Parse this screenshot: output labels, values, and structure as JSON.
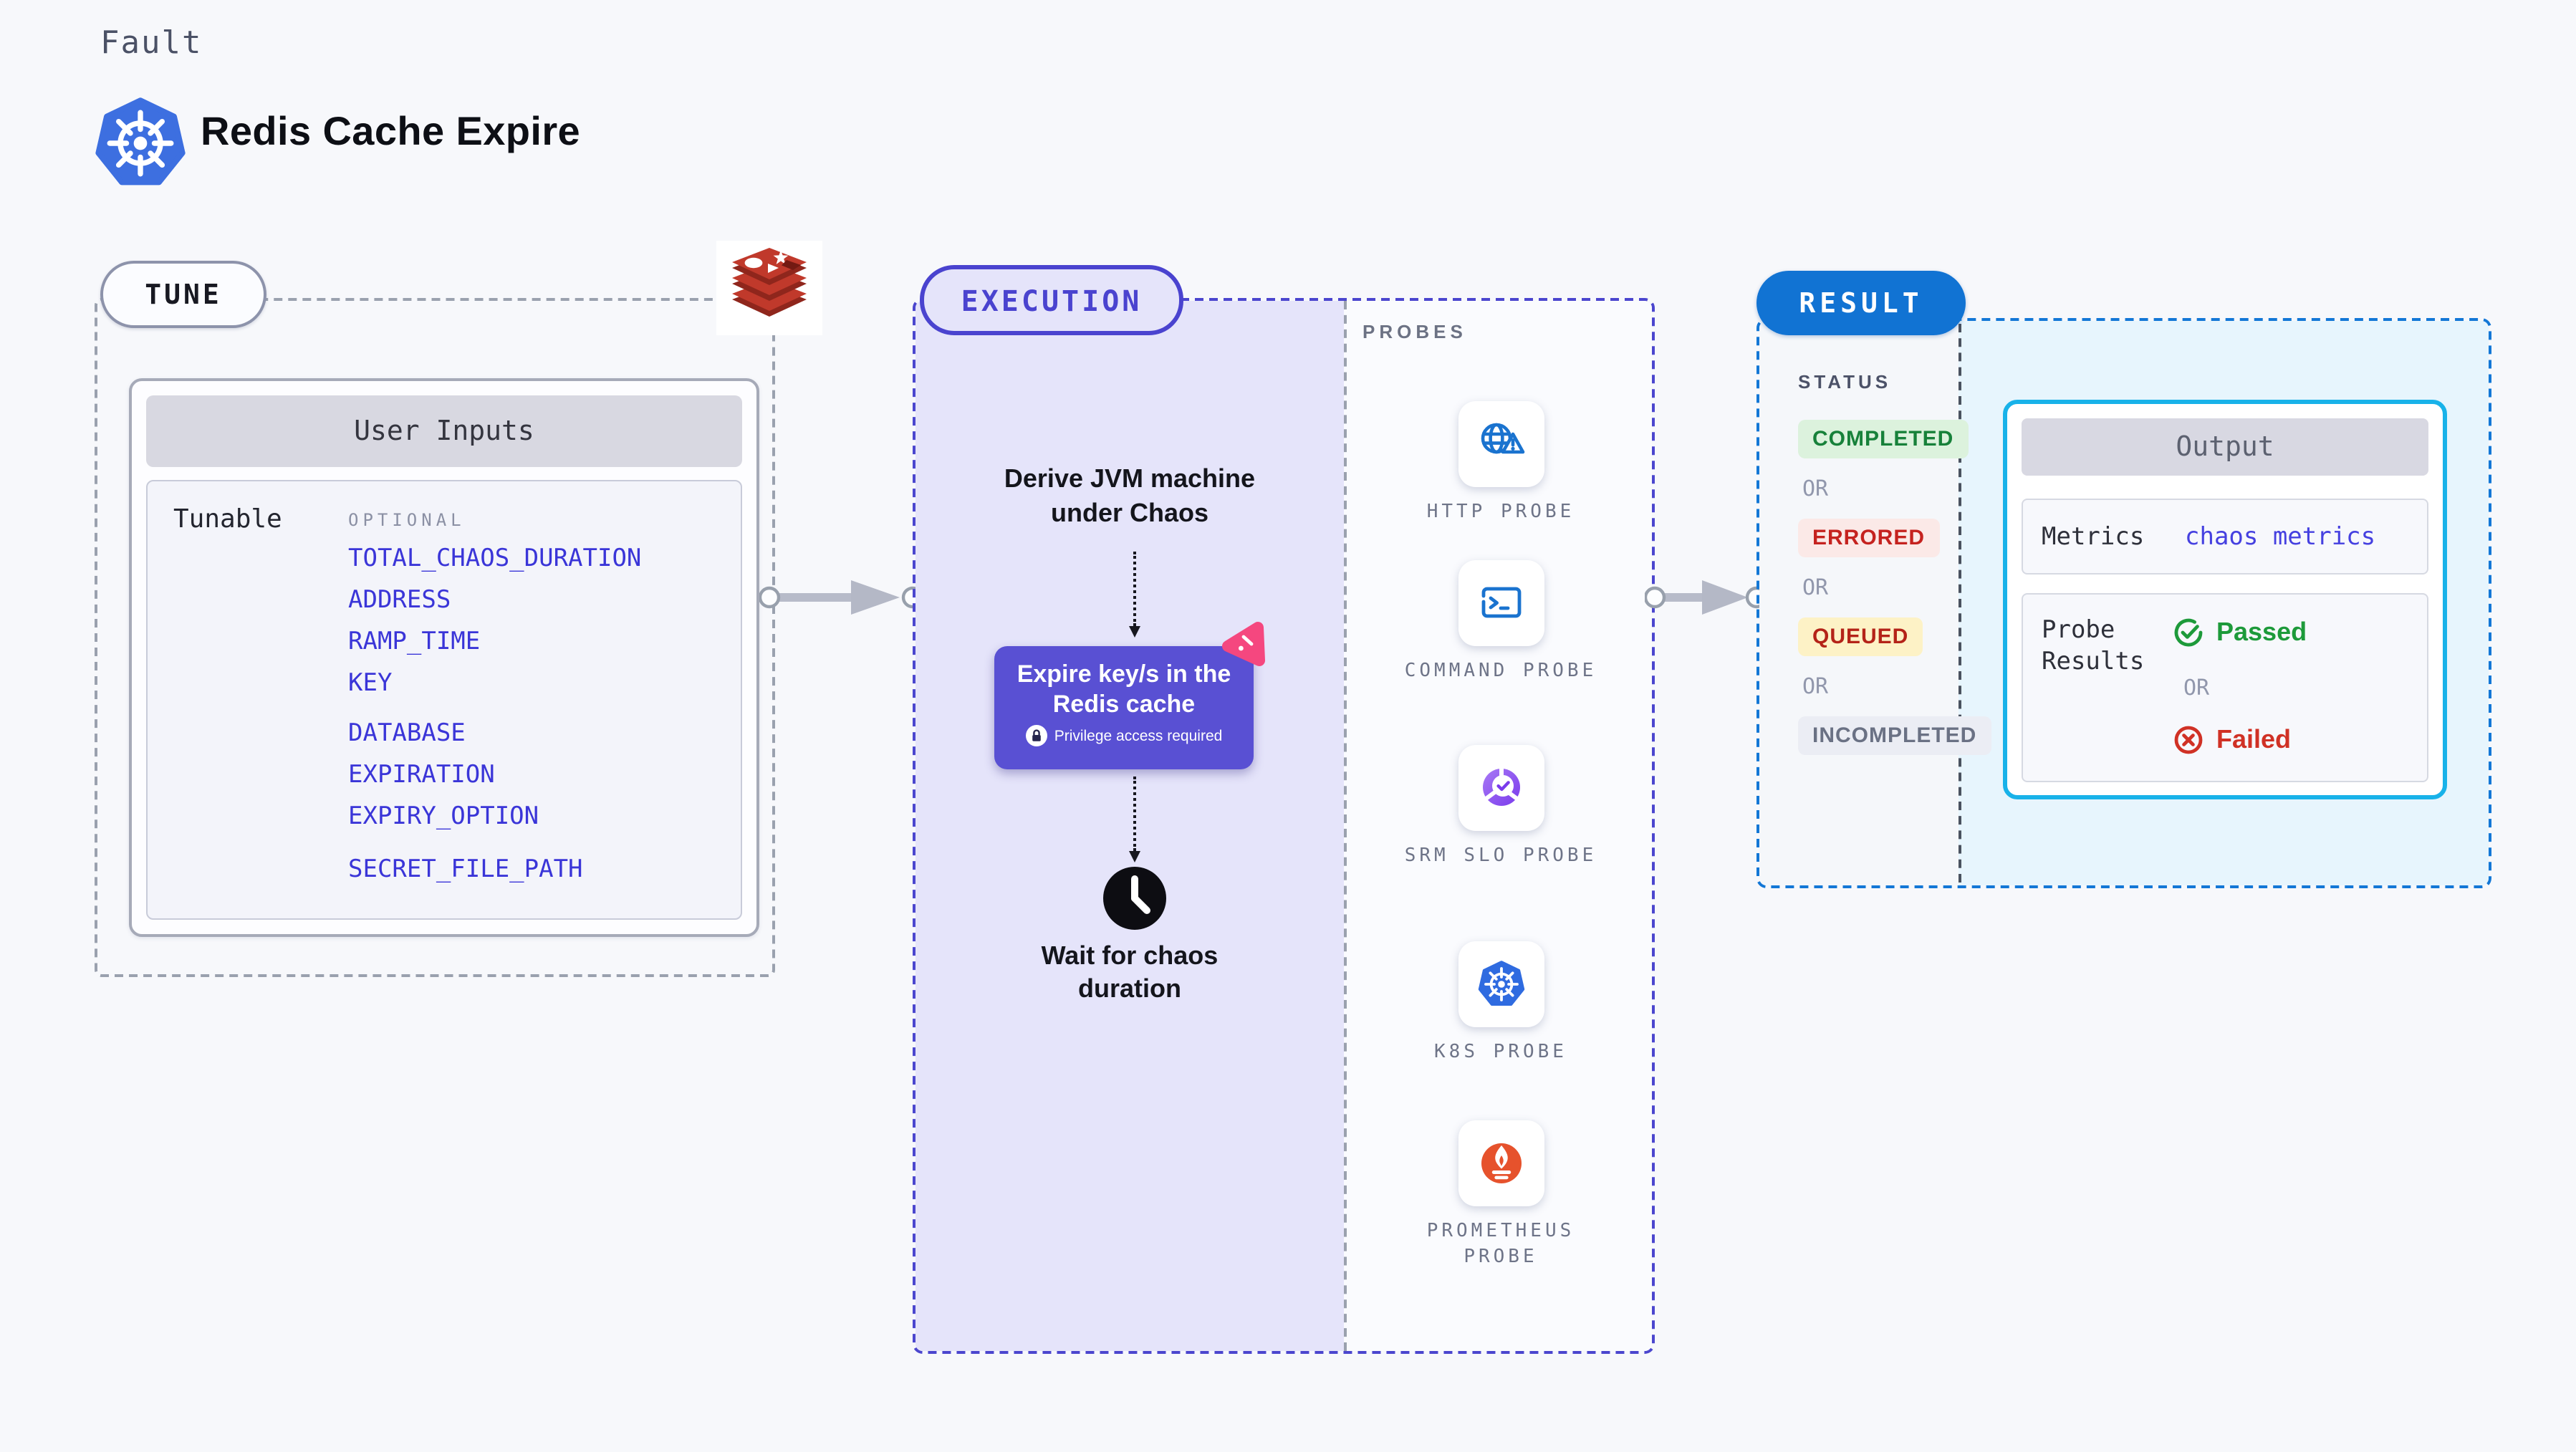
{
  "header": {
    "category_label": "Fault",
    "title": "Redis Cache Expire"
  },
  "tune": {
    "pill_label": "TUNE",
    "user_inputs": {
      "title": "User Inputs",
      "group_label": "Tunable",
      "section_label": "OPTIONAL",
      "inputs": [
        "TOTAL_CHAOS_DURATION",
        "ADDRESS",
        "RAMP_TIME",
        "KEY",
        "DATABASE",
        "EXPIRATION",
        "EXPIRY_OPTION",
        "SECRET_FILE_PATH"
      ]
    }
  },
  "execution": {
    "pill_label": "EXECUTION",
    "derive_line1": "Derive JVM machine",
    "derive_line2": "under Chaos",
    "action_line1": "Expire key/s in the",
    "action_line2": "Redis cache",
    "privilege_note": "Privilege access required",
    "wait_line1": "Wait for chaos",
    "wait_line2": "duration"
  },
  "probes": {
    "label": "PROBES",
    "items": [
      {
        "name": "HTTP PROBE",
        "icon": "globe-alert-icon"
      },
      {
        "name": "COMMAND PROBE",
        "icon": "terminal-icon"
      },
      {
        "name": "SRM SLO PROBE",
        "icon": "slo-donut-icon"
      },
      {
        "name": "K8S PROBE",
        "icon": "kubernetes-icon"
      },
      {
        "name": "PROMETHEUS PROBE",
        "icon": "prometheus-icon"
      }
    ]
  },
  "result": {
    "pill_label": "RESULT",
    "status_label": "STATUS",
    "or_label": "OR",
    "statuses": [
      {
        "label": "COMPLETED",
        "fg": "#17813a",
        "bg": "#dcf2dd"
      },
      {
        "label": "ERRORED",
        "fg": "#c5221f",
        "bg": "#fbe9e7"
      },
      {
        "label": "QUEUED",
        "fg": "#b42318",
        "bg": "#fdf2c6"
      },
      {
        "label": "INCOMPLETED",
        "fg": "#6a7184",
        "bg": "#ebedf4"
      }
    ],
    "output": {
      "title": "Output",
      "metrics_label": "Metrics",
      "metrics_value": "chaos metrics",
      "probe_results_label": "Probe Results",
      "passed_label": "Passed",
      "failed_label": "Failed"
    }
  },
  "colors": {
    "page_bg": "#f7f8fb",
    "tune_dash": "#9aa1ae",
    "execution_accent": "#4a43cf",
    "execution_fill": "#e5e4fa",
    "action_card": "#5950d3",
    "pink_logo": "#f5477f",
    "result_blue": "#1173d3",
    "result_fill": "#e7f5fd",
    "output_border": "#18b2e9",
    "link_blue": "#3a35d8",
    "passed_green": "#1d9a3a",
    "failed_red": "#d03125",
    "redis_red": "#b83a2e",
    "kubernetes_blue": "#3d6fe0",
    "probe_icon_blue": "#1a73cf",
    "prometheus_orange": "#e6522c"
  }
}
